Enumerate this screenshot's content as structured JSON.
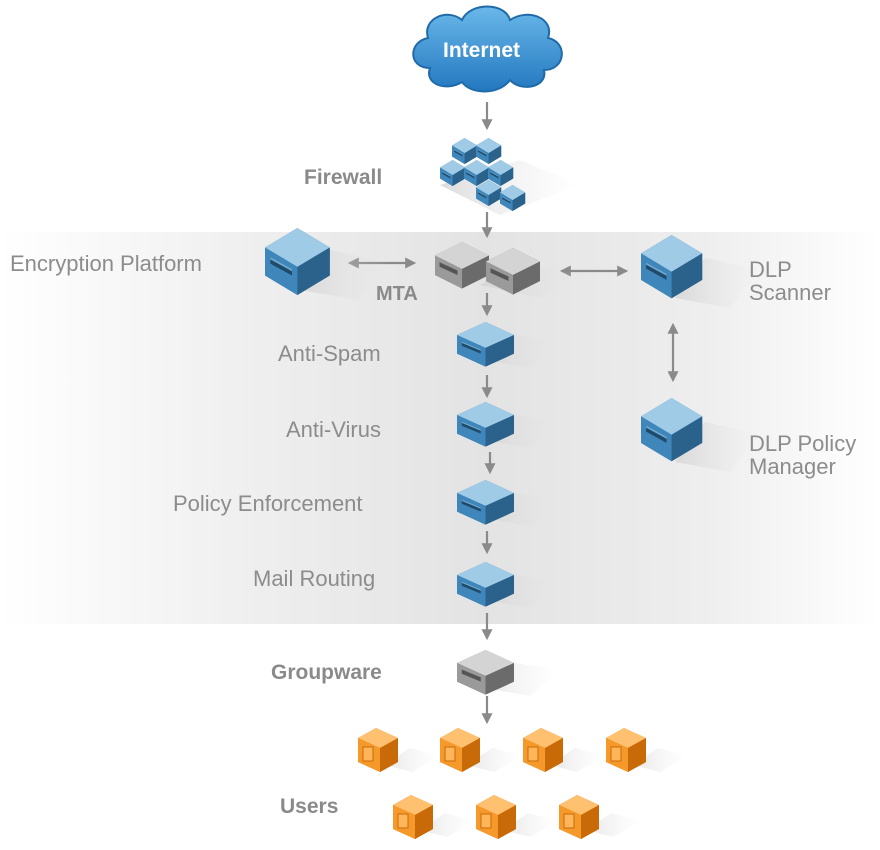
{
  "labels": {
    "internet": "Internet",
    "firewall": "Firewall",
    "encryption": "Encryption Platform",
    "mta": "MTA",
    "dlp_scanner": [
      "DLP",
      "Scanner"
    ],
    "antispam": "Anti-Spam",
    "antivirus": "Anti-Virus",
    "dlp_policy": [
      "DLP Policy",
      "Manager"
    ],
    "policy": "Policy Enforcement",
    "routing": "Mail Routing",
    "groupware": "Groupware",
    "users": "Users"
  },
  "colors": {
    "server_blue": "#4a8fbf",
    "server_gray": "#8d8d8d",
    "user_orange": "#f28a1c",
    "arrow": "#8a8a8a",
    "label": "#8c8c8c",
    "cloud": "#2f8fd0"
  },
  "icons": {
    "cloud": "cloud-icon",
    "firewall": "firewall-icon",
    "server": "server-icon",
    "user": "user-device-icon"
  }
}
